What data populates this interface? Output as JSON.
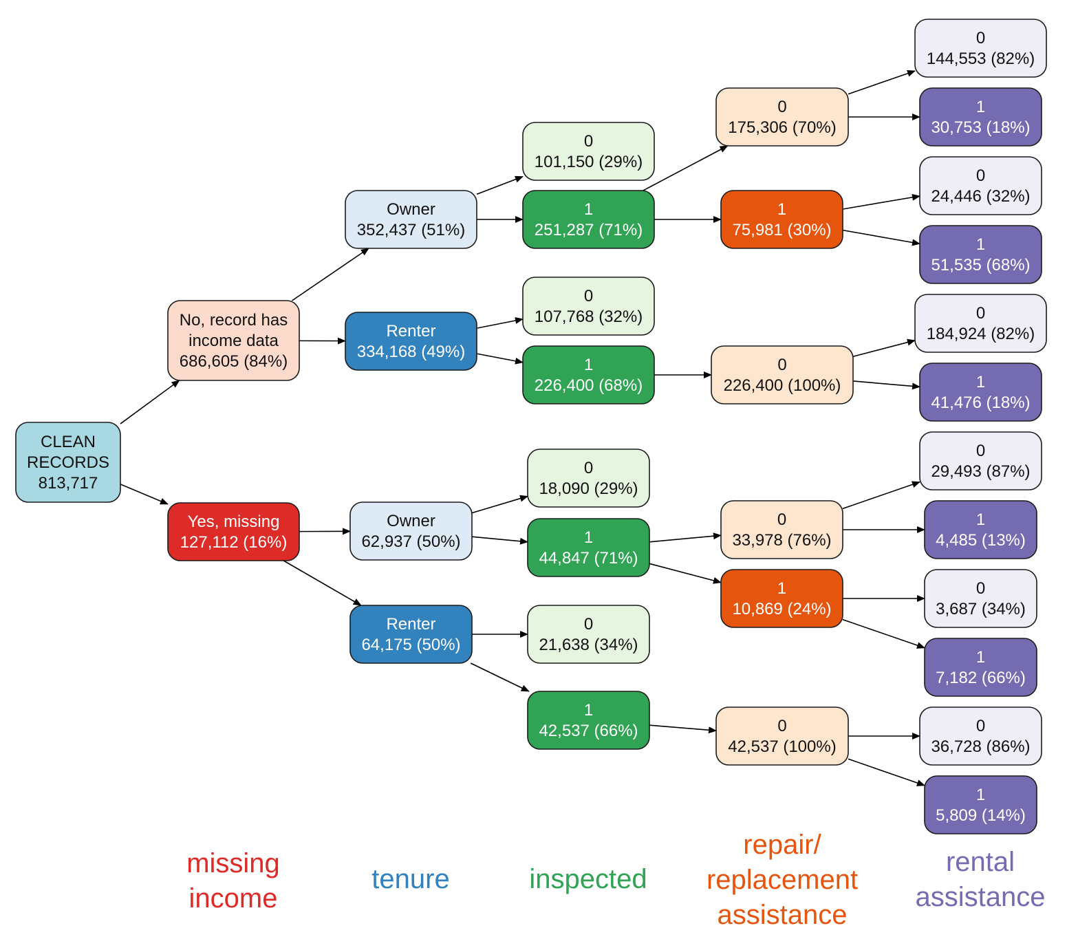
{
  "colors": {
    "root": "#a8d8e2",
    "missing_no": "#fddbcc",
    "missing_yes": "#dd2b27",
    "owner": "#deebf7",
    "renter": "#3182bd",
    "inspected_0": "#e5f5e0",
    "inspected_1": "#31a354",
    "repair_0": "#fee6ce",
    "repair_1": "#e6550d",
    "rental_0": "#efedf5",
    "rental_1": "#756bb1",
    "legend_missing": "#dd2b27",
    "legend_tenure": "#3182bd",
    "legend_inspected": "#31a354",
    "legend_repair": "#e6550d",
    "legend_rental": "#756bb1"
  },
  "nodes": [
    {
      "id": "root",
      "lines": [
        "CLEAN",
        "RECORDS",
        "813,717"
      ],
      "fill": "root",
      "dark": false
    },
    {
      "id": "no",
      "lines": [
        "No, record has",
        "income data",
        "686,605 (84%)"
      ],
      "fill": "missing_no",
      "dark": false
    },
    {
      "id": "yes",
      "lines": [
        "Yes, missing",
        "127,112 (16%)"
      ],
      "fill": "missing_yes",
      "dark": true
    },
    {
      "id": "no_owner",
      "lines": [
        "Owner",
        "352,437 (51%)"
      ],
      "fill": "owner",
      "dark": false
    },
    {
      "id": "no_renter",
      "lines": [
        "Renter",
        "334,168 (49%)"
      ],
      "fill": "renter",
      "dark": true
    },
    {
      "id": "yes_owner",
      "lines": [
        "Owner",
        "62,937 (50%)"
      ],
      "fill": "owner",
      "dark": false
    },
    {
      "id": "yes_renter",
      "lines": [
        "Renter",
        "64,175 (50%)"
      ],
      "fill": "renter",
      "dark": true
    },
    {
      "id": "no_owner_i0",
      "lines": [
        "0",
        "101,150 (29%)"
      ],
      "fill": "inspected_0",
      "dark": false
    },
    {
      "id": "no_owner_i1",
      "lines": [
        "1",
        "251,287 (71%)"
      ],
      "fill": "inspected_1",
      "dark": true
    },
    {
      "id": "no_renter_i0",
      "lines": [
        "0",
        "107,768 (32%)"
      ],
      "fill": "inspected_0",
      "dark": false
    },
    {
      "id": "no_renter_i1",
      "lines": [
        "1",
        "226,400 (68%)"
      ],
      "fill": "inspected_1",
      "dark": true
    },
    {
      "id": "yes_owner_i0",
      "lines": [
        "0",
        "18,090 (29%)"
      ],
      "fill": "inspected_0",
      "dark": false
    },
    {
      "id": "yes_owner_i1",
      "lines": [
        "1",
        "44,847 (71%)"
      ],
      "fill": "inspected_1",
      "dark": true
    },
    {
      "id": "yes_renter_i0",
      "lines": [
        "0",
        "21,638 (34%)"
      ],
      "fill": "inspected_0",
      "dark": false
    },
    {
      "id": "yes_renter_i1",
      "lines": [
        "1",
        "42,537 (66%)"
      ],
      "fill": "inspected_1",
      "dark": true
    },
    {
      "id": "a_r0",
      "lines": [
        "0",
        "175,306 (70%)"
      ],
      "fill": "repair_0",
      "dark": false
    },
    {
      "id": "a_r1",
      "lines": [
        "1",
        "75,981 (30%)"
      ],
      "fill": "repair_1",
      "dark": true
    },
    {
      "id": "b_r0",
      "lines": [
        "0",
        "226,400 (100%)"
      ],
      "fill": "repair_0",
      "dark": false
    },
    {
      "id": "c_r0",
      "lines": [
        "0",
        "33,978 (76%)"
      ],
      "fill": "repair_0",
      "dark": false
    },
    {
      "id": "c_r1",
      "lines": [
        "1",
        "10,869 (24%)"
      ],
      "fill": "repair_1",
      "dark": true
    },
    {
      "id": "d_r0",
      "lines": [
        "0",
        "42,537 (100%)"
      ],
      "fill": "repair_0",
      "dark": false
    },
    {
      "id": "a_r0_ra0",
      "lines": [
        "0",
        "144,553 (82%)"
      ],
      "fill": "rental_0",
      "dark": false
    },
    {
      "id": "a_r0_ra1",
      "lines": [
        "1",
        "30,753 (18%)"
      ],
      "fill": "rental_1",
      "dark": true
    },
    {
      "id": "a_r1_ra0",
      "lines": [
        "0",
        "24,446 (32%)"
      ],
      "fill": "rental_0",
      "dark": false
    },
    {
      "id": "a_r1_ra1",
      "lines": [
        "1",
        "51,535 (68%)"
      ],
      "fill": "rental_1",
      "dark": true
    },
    {
      "id": "b_r0_ra0",
      "lines": [
        "0",
        "184,924 (82%)"
      ],
      "fill": "rental_0",
      "dark": false
    },
    {
      "id": "b_r0_ra1",
      "lines": [
        "1",
        "41,476 (18%)"
      ],
      "fill": "rental_1",
      "dark": true
    },
    {
      "id": "c_r0_ra0",
      "lines": [
        "0",
        "29,493 (87%)"
      ],
      "fill": "rental_0",
      "dark": false
    },
    {
      "id": "c_r0_ra1",
      "lines": [
        "1",
        "4,485 (13%)"
      ],
      "fill": "rental_1",
      "dark": true
    },
    {
      "id": "c_r1_ra0",
      "lines": [
        "0",
        "3,687 (34%)"
      ],
      "fill": "rental_0",
      "dark": false
    },
    {
      "id": "c_r1_ra1",
      "lines": [
        "1",
        "7,182 (66%)"
      ],
      "fill": "rental_1",
      "dark": true
    },
    {
      "id": "d_r0_ra0",
      "lines": [
        "0",
        "36,728 (86%)"
      ],
      "fill": "rental_0",
      "dark": false
    },
    {
      "id": "d_r0_ra1",
      "lines": [
        "1",
        "5,809 (14%)"
      ],
      "fill": "rental_1",
      "dark": true
    }
  ],
  "edges": [
    [
      "root",
      "no"
    ],
    [
      "root",
      "yes"
    ],
    [
      "no",
      "no_owner"
    ],
    [
      "no",
      "no_renter"
    ],
    [
      "yes",
      "yes_owner"
    ],
    [
      "yes",
      "yes_renter"
    ],
    [
      "no_owner",
      "no_owner_i0"
    ],
    [
      "no_owner",
      "no_owner_i1"
    ],
    [
      "no_renter",
      "no_renter_i0"
    ],
    [
      "no_renter",
      "no_renter_i1"
    ],
    [
      "yes_owner",
      "yes_owner_i0"
    ],
    [
      "yes_owner",
      "yes_owner_i1"
    ],
    [
      "yes_renter",
      "yes_renter_i0"
    ],
    [
      "yes_renter",
      "yes_renter_i1"
    ],
    [
      "no_owner_i1",
      "a_r0"
    ],
    [
      "no_owner_i1",
      "a_r1"
    ],
    [
      "no_renter_i1",
      "b_r0"
    ],
    [
      "yes_owner_i1",
      "c_r0"
    ],
    [
      "yes_owner_i1",
      "c_r1"
    ],
    [
      "yes_renter_i1",
      "d_r0"
    ],
    [
      "a_r0",
      "a_r0_ra0"
    ],
    [
      "a_r0",
      "a_r0_ra1"
    ],
    [
      "a_r1",
      "a_r1_ra0"
    ],
    [
      "a_r1",
      "a_r1_ra1"
    ],
    [
      "b_r0",
      "b_r0_ra0"
    ],
    [
      "b_r0",
      "b_r0_ra1"
    ],
    [
      "c_r0",
      "c_r0_ra0"
    ],
    [
      "c_r0",
      "c_r0_ra1"
    ],
    [
      "c_r1",
      "c_r1_ra0"
    ],
    [
      "c_r1",
      "c_r1_ra1"
    ],
    [
      "d_r0",
      "d_r0_ra0"
    ],
    [
      "d_r0",
      "d_r0_ra1"
    ]
  ],
  "legend": [
    {
      "id": "missing_income",
      "lines": [
        "missing",
        "income"
      ],
      "color": "legend_missing"
    },
    {
      "id": "tenure",
      "lines": [
        "tenure"
      ],
      "color": "legend_tenure"
    },
    {
      "id": "inspected",
      "lines": [
        "inspected"
      ],
      "color": "legend_inspected"
    },
    {
      "id": "repair",
      "lines": [
        "repair/",
        "replacement",
        "assistance"
      ],
      "color": "legend_repair"
    },
    {
      "id": "rental",
      "lines": [
        "rental",
        "assistance"
      ],
      "color": "legend_rental"
    }
  ]
}
